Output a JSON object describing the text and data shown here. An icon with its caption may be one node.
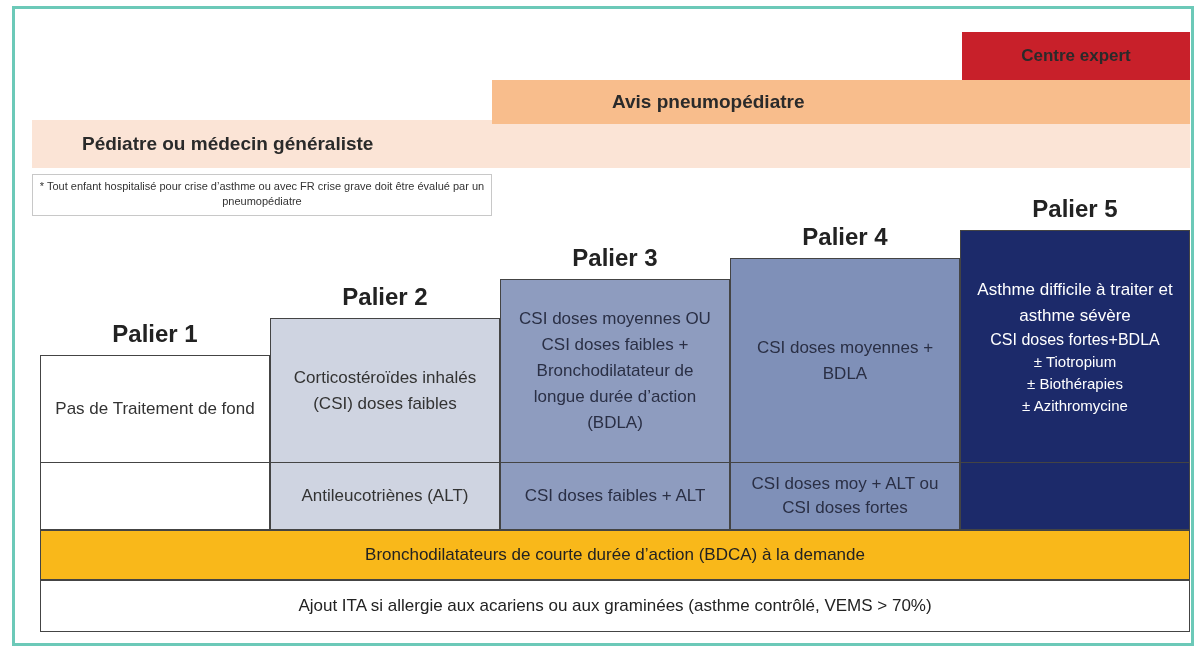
{
  "diagram": {
    "nodes": [
      {
        "text": [
          "Centre expert"
        ]
      },
      {
        "text": [
          "Avis pneumopédiatre"
        ]
      },
      {
        "text": [
          "Pédiatre ou médecin généraliste"
        ]
      },
      {
        "text": [
          "* Tout enfant hospitalisé pour crise d’asthme ou avec FR crise grave doit être évalué par un pneumopédiatre"
        ]
      },
      {
        "text": [
          "Palier 1",
          "Pas de Traitement de fond"
        ]
      },
      {
        "text": [
          "Palier 2",
          "Corticostéroïdes inhalés (CSI) doses faibles"
        ]
      },
      {
        "text": [
          "Palier 3",
          "CSI doses moyennes OU CSI doses faibles + Bronchodilatateur de longue durée d’action (BDLA)"
        ]
      },
      {
        "text": [
          "Palier 4",
          "CSI doses moyennes + BDLA"
        ]
      },
      {
        "text": [
          "Palier 5",
          "Asthme difficile à traiter et asthme sévère",
          "CSI doses fortes+BDLA",
          "± Tiotropium",
          "± Biothérapies",
          "± Azithromycine"
        ]
      },
      {
        "text": [],
        "shape": "box"
      },
      {
        "text": [
          "Antileucotriènes (ALT)"
        ]
      },
      {
        "text": [
          "CSI doses faibles + ALT"
        ]
      },
      {
        "text": [
          "CSI doses moy + ALT ou CSI doses fortes"
        ]
      },
      {
        "text": [],
        "shape": "box"
      },
      {
        "text": [
          "Bronchodilatateurs de courte durée d’action (BDCA) à la demande"
        ]
      },
      {
        "text": [
          "Ajout ITA si allergie aux acariens ou aux graminées (asthme contrôlé, VEMS > 70%)"
        ]
      }
    ]
  }
}
